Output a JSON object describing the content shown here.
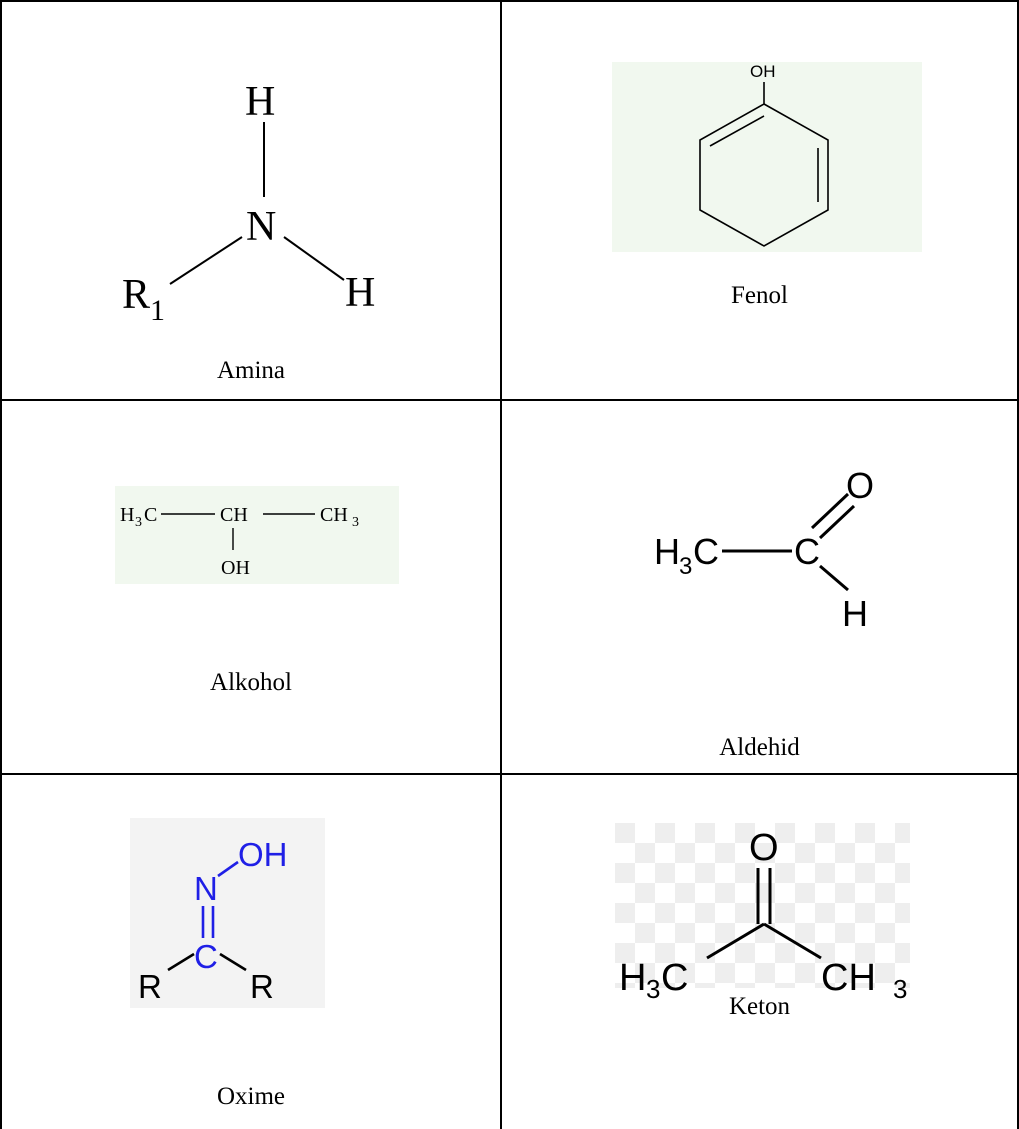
{
  "table": {
    "cells": [
      {
        "caption": "Amina",
        "atoms": {
          "h_top": "H",
          "n": "N",
          "r": "R",
          "r_sub": "1",
          "h_right": "H"
        }
      },
      {
        "caption": "Fenol",
        "atoms": {
          "oh": "OH"
        }
      },
      {
        "caption": "Alkohol",
        "atoms": {
          "left_h": "H",
          "left_sub": "3",
          "left_c": "C",
          "mid": "CH",
          "right_c": "CH",
          "right_sub": "3",
          "oh": "OH"
        }
      },
      {
        "caption": "Aldehid",
        "atoms": {
          "h": "H",
          "sub": "3",
          "c1": "C",
          "c2": "C",
          "o": "O",
          "h2": "H"
        }
      },
      {
        "caption": "Oxime",
        "atoms": {
          "oh": "OH",
          "n": "N",
          "c": "C",
          "r_left": "R",
          "r_right": "R"
        }
      },
      {
        "caption": "Keton",
        "atoms": {
          "o": "O",
          "left_h": "H",
          "left_sub": "3",
          "left_c": "C",
          "right_c": "CH",
          "right_sub": "3"
        }
      }
    ]
  },
  "colors": {
    "line": "#000000",
    "oxime_blue": "#1f1fe6",
    "panel_green": "#f1f8ef",
    "panel_grey": "#f3f3f3"
  }
}
